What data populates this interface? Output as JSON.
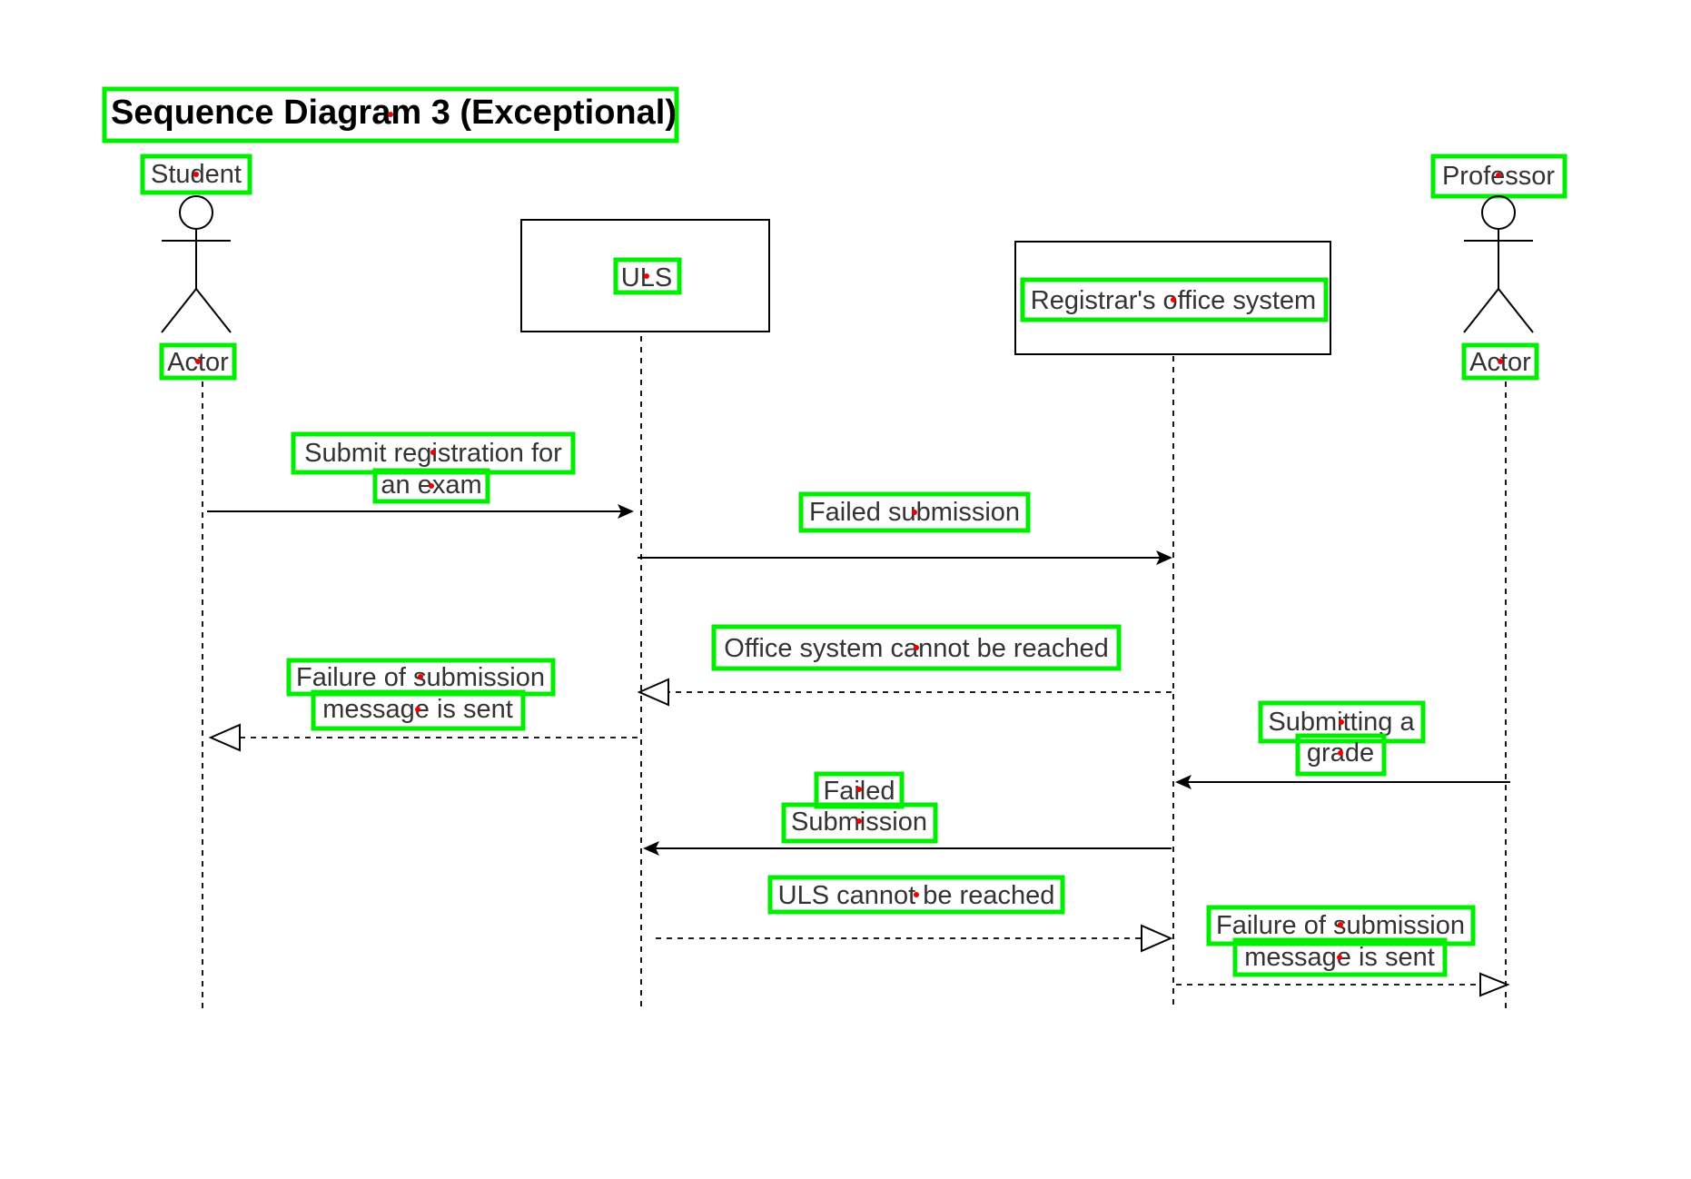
{
  "title": "Sequence Diagram 3 (Exceptional)",
  "participants": {
    "student": {
      "name": "Student",
      "type": "Actor"
    },
    "uls": {
      "name": "ULS"
    },
    "registrar": {
      "name": "Registrar's office system"
    },
    "professor": {
      "name": "Professor",
      "type": "Actor"
    }
  },
  "messages": [
    {
      "lines": [
        "Submit registration for",
        "an exam"
      ],
      "from": "Student",
      "to": "ULS",
      "style": "solid"
    },
    {
      "lines": [
        "Failed submission"
      ],
      "from": "ULS",
      "to": "Registrar's office system",
      "style": "solid"
    },
    {
      "lines": [
        "Office system cannot be reached"
      ],
      "from": "Registrar's office system",
      "to": "ULS",
      "style": "dashed"
    },
    {
      "lines": [
        "Failure of submission",
        "message is sent"
      ],
      "from": "ULS",
      "to": "Student",
      "style": "dashed"
    },
    {
      "lines": [
        "Submitting a",
        "grade"
      ],
      "from": "Professor",
      "to": "Registrar's office system",
      "style": "solid"
    },
    {
      "lines": [
        "Failed",
        "Submission"
      ],
      "from": "Registrar's office system",
      "to": "ULS",
      "style": "solid"
    },
    {
      "lines": [
        "ULS cannot be reached"
      ],
      "from": "ULS",
      "to": "Registrar's office system",
      "style": "dashed"
    },
    {
      "lines": [
        "Failure of submission",
        "message is sent"
      ],
      "from": "Registrar's office system",
      "to": "Professor",
      "style": "dashed"
    }
  ],
  "colors": {
    "line": "#000000",
    "text": "#333333",
    "highlight": "#00ee00",
    "marker": "#ee0000"
  }
}
